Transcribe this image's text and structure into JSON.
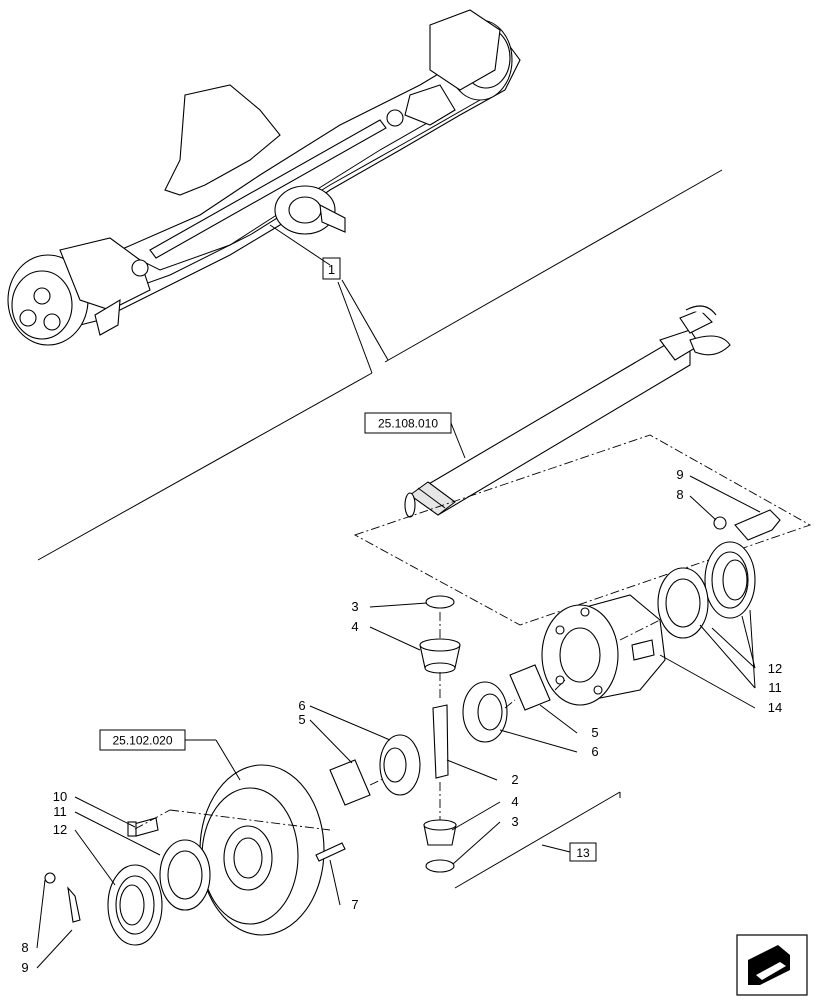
{
  "callouts": {
    "assembly_ref": "1",
    "driveshaft_ref": "25.108.010",
    "ring_gear_ref": "25.102.020",
    "group_ref": "13",
    "items": [
      "3",
      "4",
      "5",
      "6",
      "2",
      "4",
      "3",
      "12",
      "11",
      "14",
      "5",
      "6",
      "9",
      "8",
      "6",
      "5",
      "10",
      "11",
      "12",
      "7",
      "8",
      "9"
    ]
  },
  "nav_icon": "next-page-arrow-icon"
}
